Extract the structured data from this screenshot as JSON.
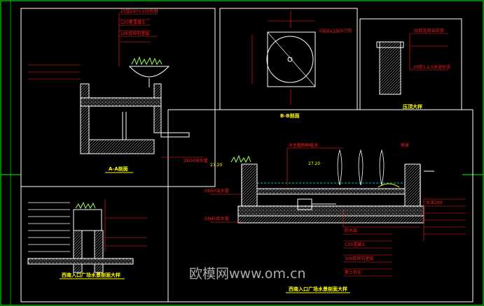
{
  "watermark": "欧模网www.om.cn",
  "colors": {
    "frame": "#00ff00",
    "panel": "#ffffff",
    "annotation": "#ff2020",
    "title": "#ffff00",
    "dimension": "#00ffff"
  },
  "panels": {
    "section_a": {
      "title": "A-A剖面",
      "annotations": [
        "25厚200×100石材",
        "C20素混凝土",
        "100厚碎石垫层",
        "DN50排水管"
      ]
    },
    "section_b": {
      "title": "B-B剖面",
      "annotations": [
        "1500×1500方形"
      ]
    },
    "detail_top": {
      "title": "压顶大样",
      "annotations": [
        "30厚花岗岩压顶",
        "20厚1:2.5水泥砂浆"
      ]
    },
    "left_bottom": {
      "title": "西南入口广场水景剖面大样"
    },
    "main": {
      "title": "西南入口广场水景剖面大样",
      "annotations": [
        "水生植物种植池",
        "水深200",
        "喷泉",
        "DN50溢水管",
        "DN40给水管",
        "防水层",
        "C20混凝土",
        "100厚碎石垫层",
        "素土夯实"
      ],
      "levels": [
        "27.20",
        "27.20"
      ]
    }
  }
}
